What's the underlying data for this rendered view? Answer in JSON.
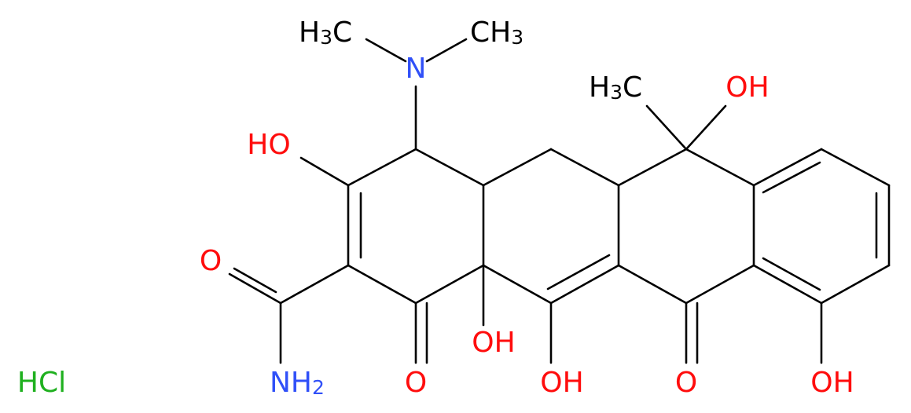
{
  "colors": {
    "bond": "#000000",
    "oxygen": "#ff0d0d",
    "nitrogen": "#3050f8",
    "chlorine": "#1fb01f"
  },
  "labels": {
    "me_left": "H3C",
    "me_right": "CH3",
    "n": "N",
    "me_c6": "H3C",
    "oh_c6": "OH",
    "oh_c3": "HO",
    "o_amide": "O",
    "nh2": "NH2",
    "o_c1": "O",
    "oh_c12a": "OH",
    "oh_c12": "OH",
    "o_c11": "O",
    "oh_c10": "OH",
    "hcl": "HCl"
  }
}
